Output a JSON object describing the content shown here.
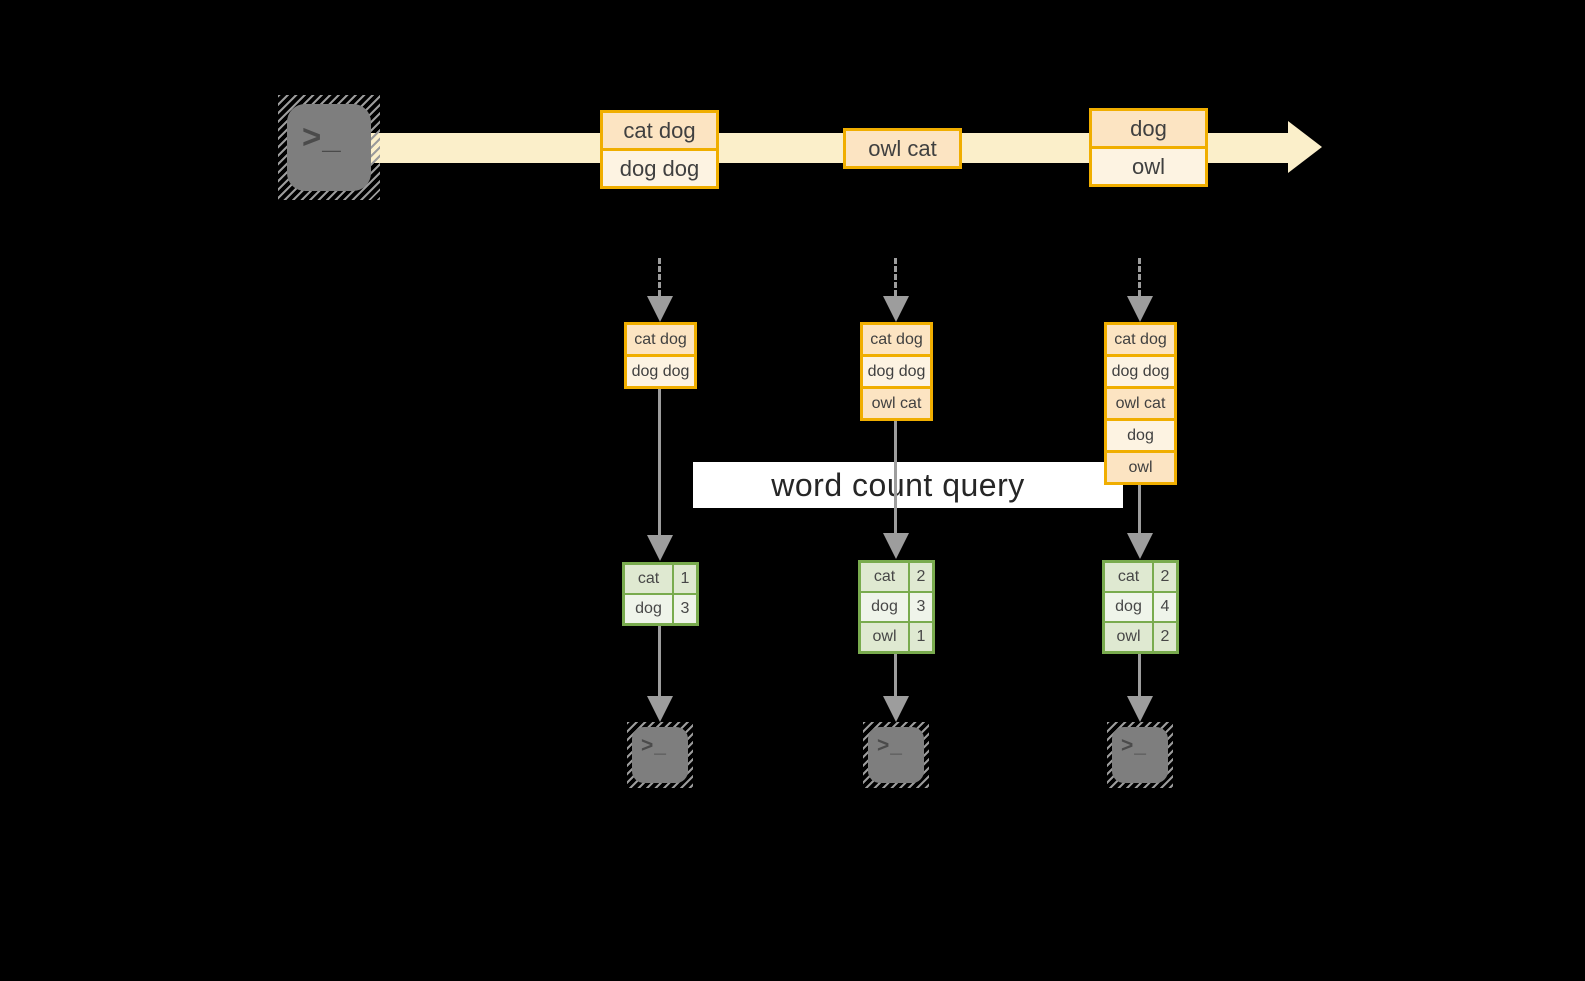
{
  "query_label": "word count query",
  "icons": {
    "source_icon": "terminal-icon",
    "sink_icon": "terminal-icon",
    "terminal_prompt": ">_"
  },
  "colors": {
    "background": "#000000",
    "stream_fill": "#fbefca",
    "box_border": "#f0ae00",
    "row_peach": "#fce4c2",
    "row_cream": "#fdf3e2",
    "table_border": "#79ab4e",
    "cell_green": "#dfe9d1",
    "cell_light": "#eff4ea",
    "arrow_gray": "#9d9d9d",
    "icon_gray": "#7e7e7e",
    "text_dark": "#404040",
    "query_band_bg": "#ffffff",
    "query_text": "#262626"
  },
  "stream": {
    "batches": [
      {
        "rows": [
          "cat dog",
          "dog dog"
        ]
      },
      {
        "rows": [
          "owl cat"
        ]
      },
      {
        "rows": [
          "dog",
          "owl"
        ]
      }
    ]
  },
  "pipelines": [
    {
      "state_rows": [
        "cat dog",
        "dog dog"
      ],
      "counts": [
        [
          "cat",
          "1"
        ],
        [
          "dog",
          "3"
        ]
      ]
    },
    {
      "state_rows": [
        "cat dog",
        "dog dog",
        "owl cat"
      ],
      "counts": [
        [
          "cat",
          "2"
        ],
        [
          "dog",
          "3"
        ],
        [
          "owl",
          "1"
        ]
      ]
    },
    {
      "state_rows": [
        "cat dog",
        "dog dog",
        "owl cat",
        "dog",
        "owl"
      ],
      "counts": [
        [
          "cat",
          "2"
        ],
        [
          "dog",
          "4"
        ],
        [
          "owl",
          "2"
        ]
      ]
    }
  ]
}
